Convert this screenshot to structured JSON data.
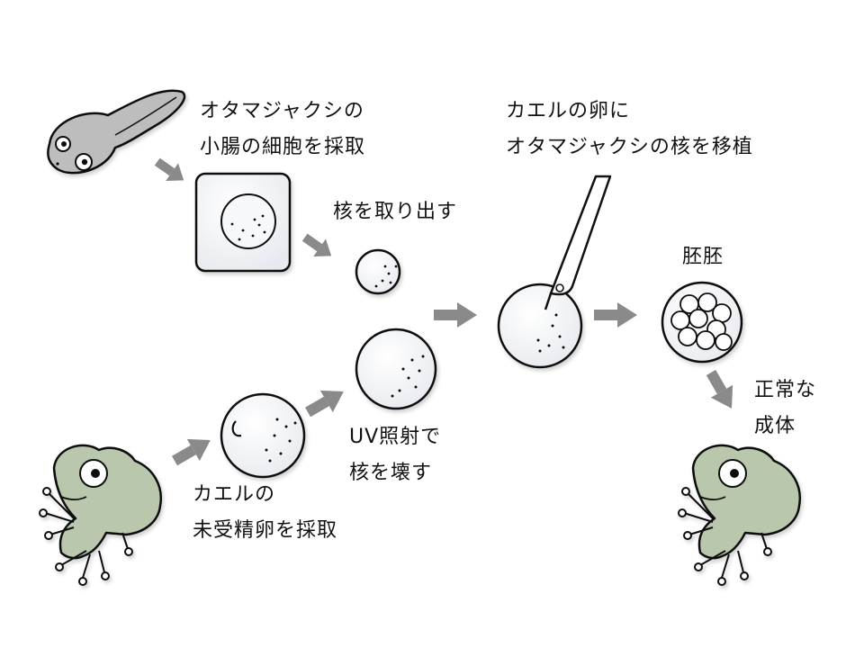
{
  "labels": {
    "tadpole_cell": [
      "オタマジャクシの",
      "小腸の細胞を採取"
    ],
    "extract_nucleus": "核を取り出す",
    "transplant": [
      "カエルの卵に",
      "オタマジャクシの核を移植"
    ],
    "embryo": "胚胚",
    "normal_adult": [
      "正常な",
      "成体"
    ],
    "uv": [
      "UV照射で",
      "核を壊す"
    ],
    "frog_egg": [
      "カエルの",
      "未受精卵を採取"
    ]
  },
  "icons": {
    "tadpole": "tadpole-icon",
    "frog": "frog-icon",
    "pipette": "pipette-icon",
    "arrow": "arrow-icon"
  },
  "colors": {
    "arrow": "#8a8a8a",
    "frog": "#b9c7ad",
    "tadpole": "#bdbdbd",
    "cell": "#f4f6f8",
    "outline": "#111111"
  }
}
